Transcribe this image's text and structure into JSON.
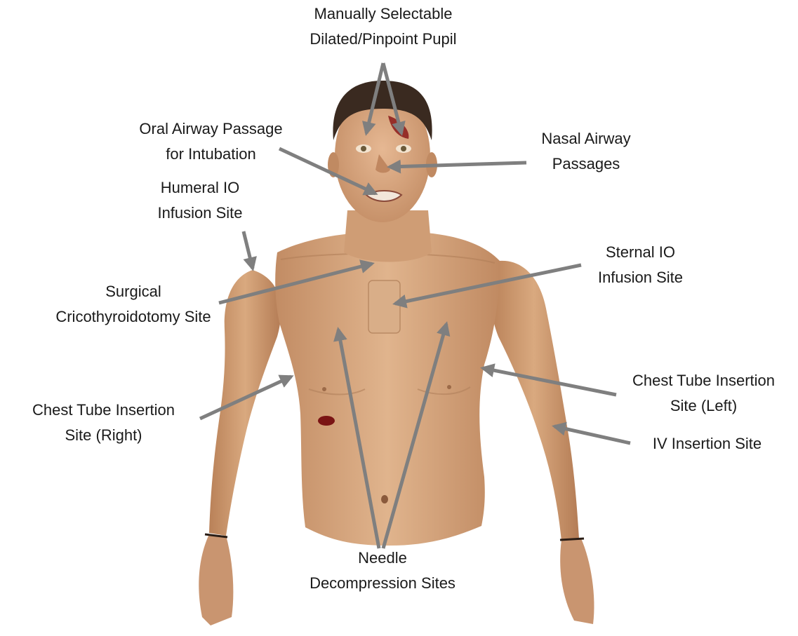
{
  "colors": {
    "skin": "#d7a77f",
    "skin_shadow": "#b9835c",
    "skin_light": "#e7bf99",
    "hair": "#3a2a20",
    "arrow": "#7f7f7f",
    "wound": "#8b1a1a",
    "text": "#1a1a1a"
  },
  "labels": {
    "pupil": [
      "Manually Selectable",
      "Dilated/Pinpoint Pupil"
    ],
    "oral": [
      "Oral Airway Passage",
      "for Intubation"
    ],
    "nasal": [
      "Nasal Airway",
      "Passages"
    ],
    "humeral": [
      "Humeral IO",
      "Infusion Site"
    ],
    "sternal": [
      "Sternal IO",
      "Infusion Site"
    ],
    "cric": [
      "Surgical",
      "Cricothyroidotomy Site"
    ],
    "chest_left": [
      "Chest Tube Insertion",
      "Site (Left)"
    ],
    "chest_right": [
      "Chest Tube Insertion",
      "Site (Right)"
    ],
    "iv": [
      "IV Insertion Site"
    ],
    "needle": [
      "Needle",
      "Decompression Sites"
    ]
  }
}
